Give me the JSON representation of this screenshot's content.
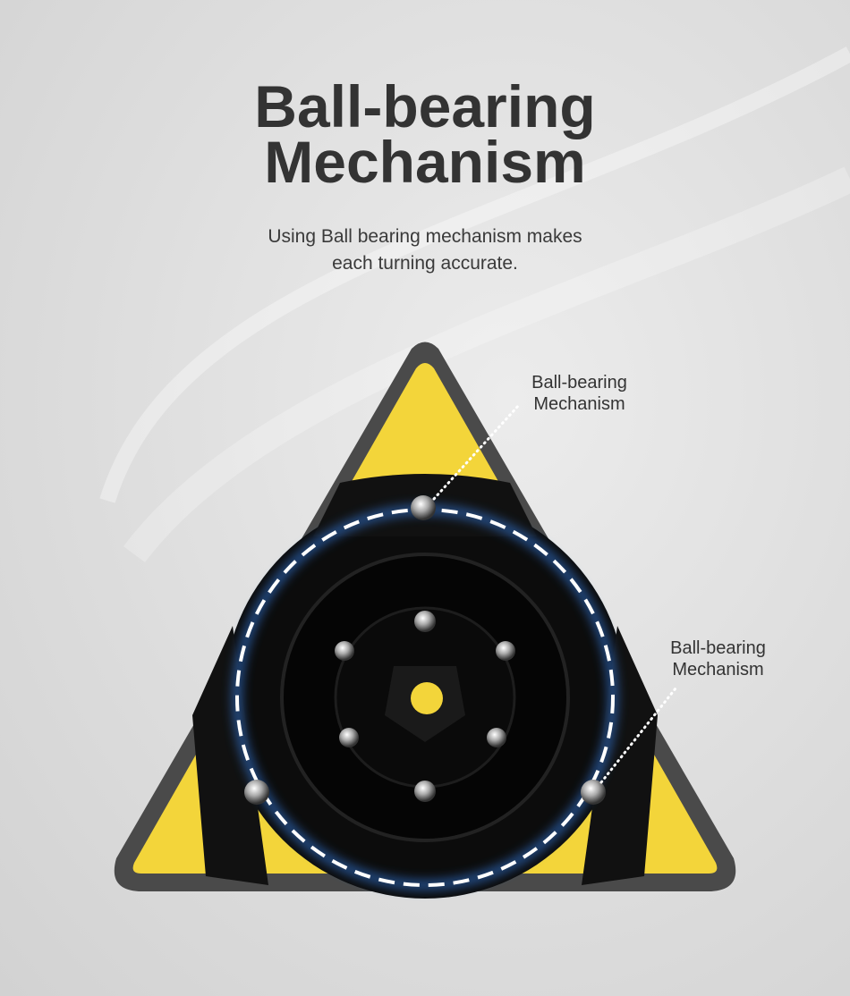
{
  "title": {
    "line1": "Ball-bearing",
    "line2": "Mechanism"
  },
  "subtitle": {
    "line1": "Using Ball bearing mechanism makes",
    "line2": "each turning accurate."
  },
  "callouts": [
    {
      "line1": "Ball-bearing",
      "line2": "Mechanism"
    },
    {
      "line1": "Ball-bearing",
      "line2": "Mechanism"
    }
  ],
  "colors": {
    "yellow": "#f3d53a",
    "frame": "#4a4a4a",
    "body": "#0c0c0c",
    "glow": "#3a8cff"
  }
}
